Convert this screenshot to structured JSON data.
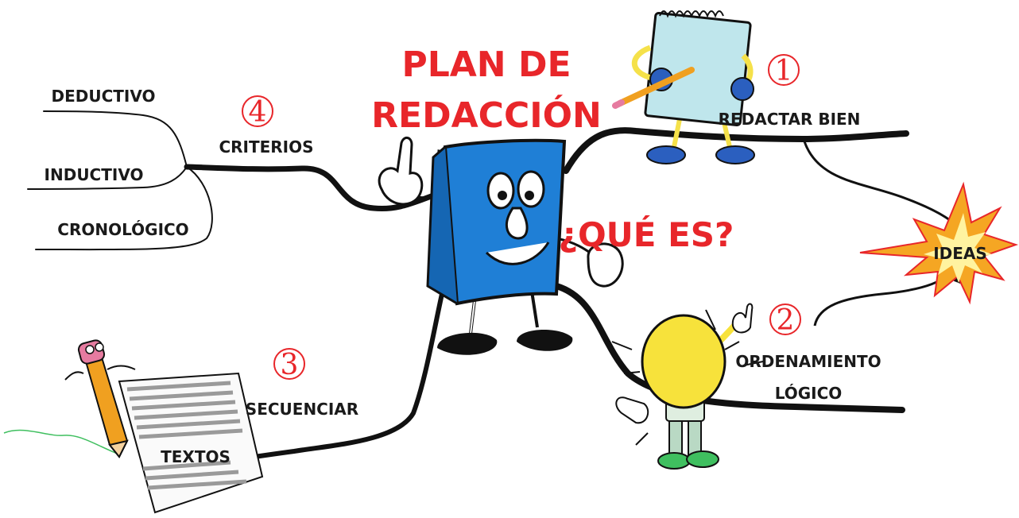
{
  "title": {
    "line1": "PLAN DE",
    "line2": "REDACCIÓN"
  },
  "center_question": "¿QUÉ ES?",
  "branches": {
    "b1": {
      "number": "1",
      "label": "REDACTAR BIEN"
    },
    "b2": {
      "number": "2",
      "label_line1": "ORDENAMIENTO",
      "label_line2": "LÓGICO"
    },
    "b3": {
      "number": "3",
      "label": "SECUENCIAR",
      "sub": "TEXTOS"
    },
    "b4": {
      "number": "4",
      "label": "CRITERIOS"
    }
  },
  "criteria": [
    "DEDUCTIVO",
    "INDUCTIVO",
    "CRONOLÓGICO"
  ],
  "target": "IDEAS",
  "colors": {
    "accent": "#e8262a",
    "book": "#1f7fd6",
    "bulb": "#f7e23b",
    "burst": "#f5a623",
    "ink": "#111111"
  },
  "icons": [
    "book-mascot-icon",
    "notepad-mascot-icon",
    "lightbulb-mascot-icon",
    "pencil-mascot-icon",
    "paper-sheet-icon",
    "explosion-burst-icon"
  ]
}
